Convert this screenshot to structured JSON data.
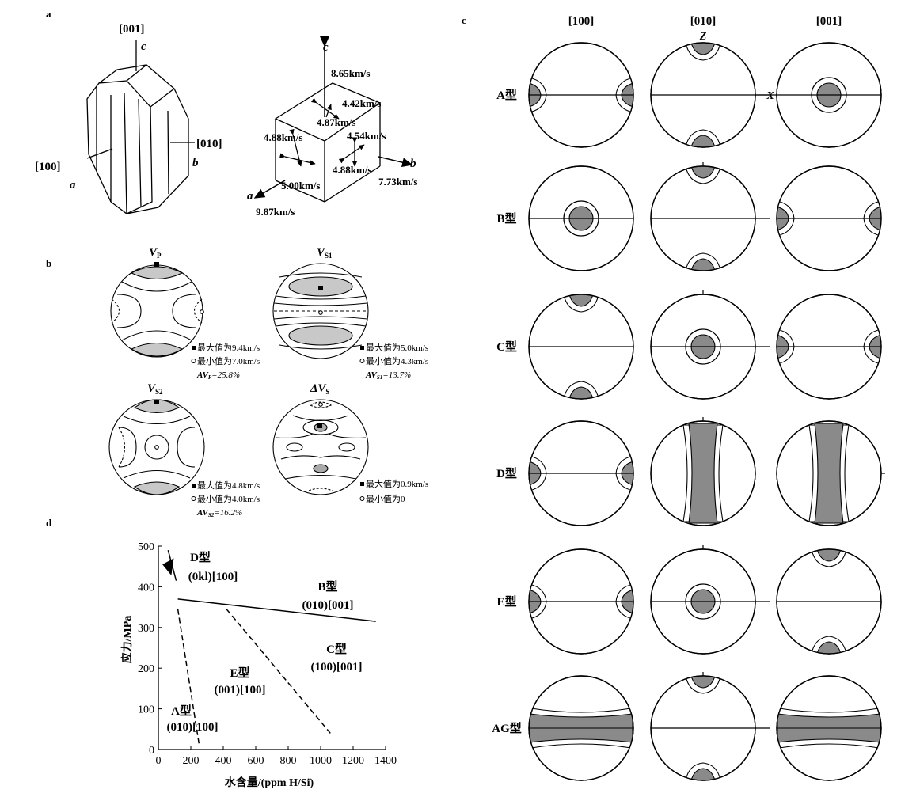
{
  "panels": {
    "a": "a",
    "b": "b",
    "c": "c",
    "d": "d"
  },
  "panel_a": {
    "crystal": {
      "dir_001": "[001]",
      "dir_010": "[010]",
      "dir_100": "[100]",
      "axis_a": "a",
      "axis_b": "b",
      "axis_c": "c"
    },
    "cube": {
      "axis_a": "a",
      "axis_b": "b",
      "axis_c": "c",
      "v_c": "8.65km/s",
      "v_top1": "4.42km/s",
      "v_top2": "4.87km/s",
      "v_left": "4.88km/s",
      "v_right1": "4.54km/s",
      "v_right2": "4.88km/s",
      "v_front": "5.00km/s",
      "v_b": "7.73km/s",
      "v_a": "9.87km/s"
    }
  },
  "panel_b": {
    "vp": {
      "title_main": "V",
      "title_sub": "P",
      "max": "最大值为9.4km/s",
      "min": "最小值为7.0km/s",
      "av_main": "AV",
      "av_sub": "P",
      "av_val": "=25.8%"
    },
    "vs1": {
      "title_main": "V",
      "title_sub": "S1",
      "max": "最大值为5.0km/s",
      "min": "最小值为4.3km/s",
      "av_main": "AV",
      "av_sub": "S1",
      "av_val": "=13.7%"
    },
    "vs2": {
      "title_main": "V",
      "title_sub": "S2",
      "max": "最大值为4.8km/s",
      "min": "最小值为4.0km/s",
      "av_main": "AV",
      "av_sub": "S2",
      "av_val": "=16.2%"
    },
    "dvs": {
      "title_main": "ΔV",
      "title_sub": "S",
      "max": "最大值为0.9km/s",
      "min": "最小值为0"
    }
  },
  "panel_c": {
    "columns": [
      "[100]",
      "[010]",
      "[001]"
    ],
    "rows": [
      "A型",
      "B型",
      "C型",
      "D型",
      "E型",
      "AG型"
    ],
    "z_label": "Z",
    "x_label": "X"
  },
  "panel_d": {
    "ylabel": "应力/MPa",
    "xlabel": "水含量/(ppm H/Si)",
    "yticks": [
      "0",
      "100",
      "200",
      "300",
      "400",
      "500"
    ],
    "xticks": [
      "0",
      "200",
      "400",
      "600",
      "800",
      "1000",
      "1200",
      "1400"
    ],
    "regions": {
      "d_type": "D型",
      "d_plane": "(0kl)[100]",
      "b_type": "B型",
      "b_plane": "(010)[001]",
      "c_type": "C型",
      "c_plane": "(100)[001]",
      "e_type": "E型",
      "e_plane": "(001)[100]",
      "a_type": "A型",
      "a_plane": "(010)[100]"
    },
    "boundaries": [
      {
        "style": "solid",
        "from": [
          120,
          370
        ],
        "to": [
          1340,
          315
        ]
      },
      {
        "style": "dashed",
        "from": [
          120,
          345
        ],
        "to": [
          250,
          15
        ]
      },
      {
        "style": "dashed",
        "from": [
          420,
          345
        ],
        "to": [
          1060,
          40
        ]
      },
      {
        "style": "solid",
        "from": [
          60,
          490
        ],
        "to": [
          110,
          415
        ]
      }
    ],
    "xlim": [
      0,
      1400
    ],
    "ylim": [
      0,
      500
    ]
  }
}
